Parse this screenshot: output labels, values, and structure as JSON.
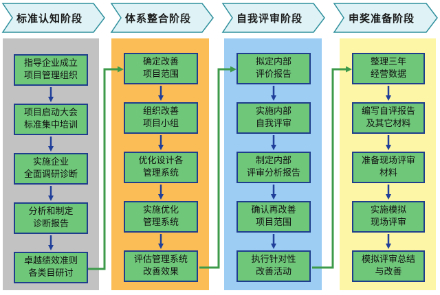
{
  "stages": [
    {
      "title": "标准认知阶段",
      "color": "#c2c2c2",
      "steps": [
        "指导企业成立\n项目管理组织",
        "项目启动大会\n标准集中培训",
        "实施企业\n全面调研诊断",
        "分析和制定\n诊断报告",
        "卓越绩效准则\n各类目研讨"
      ]
    },
    {
      "title": "体系整合阶段",
      "color": "#fbbe56",
      "steps": [
        "确定改善\n项目范围",
        "组织改善\n项目小组",
        "优化设计各\n管理系统",
        "实施优化\n管理系统",
        "评估管理系统\n改善效果"
      ]
    },
    {
      "title": "自我评审阶段",
      "color": "#9dcdf3",
      "steps": [
        "拟定内部\n评价报告",
        "实施内部\n自我评审",
        "制定内部\n评审分析报告",
        "确认再改善\n项目范围",
        "执行针对性\n改善活动"
      ]
    },
    {
      "title": "申奖准备阶段",
      "color": "#fcf6a6",
      "steps": [
        "整理三年\n经营数据",
        "编写自评报告\n及其它材料",
        "准备现场评审\n材料",
        "实施模拟\n现场评审",
        "模拟评审总结\n与改善"
      ]
    }
  ],
  "colors": {
    "box_fill": "#6fc77a",
    "box_border": "#1e3d8c",
    "arrow": "#1f3f9a",
    "connector": "#3c9a4a",
    "header_fill": "#dff3f6",
    "header_stroke": "#2e8f9c"
  }
}
